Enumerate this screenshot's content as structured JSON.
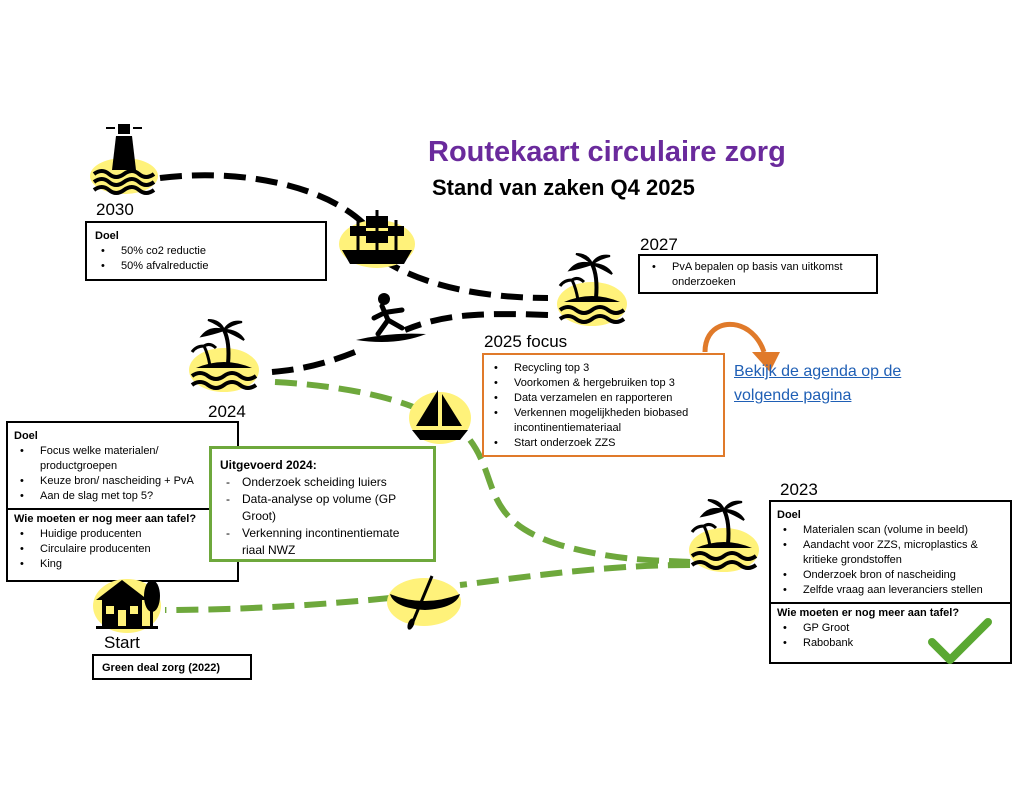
{
  "title": "Routekaart circulaire zorg",
  "subtitle": "Stand van zaken Q4 2025",
  "colors": {
    "title": "#6a2a9c",
    "green": "#6ea83c",
    "orange": "#e07a2a",
    "link": "#1f5fb5",
    "glow": "#fff27a"
  },
  "milestones": {
    "y2030": {
      "year": "2030",
      "heading": "Doel",
      "items": [
        "50% co2 reductie",
        "50% afvalreductie"
      ]
    },
    "y2027": {
      "year": "2027",
      "items": [
        "PvA bepalen op basis van uitkomst onderzoeken"
      ]
    },
    "focus2025": {
      "label": "2025 focus",
      "items": [
        "Recycling top 3",
        "Voorkomen & hergebruiken top 3",
        "Data verzamelen en rapporteren",
        "Verkennen mogelijkheden biobased incontinentiemateriaal",
        "Start onderzoek ZZS"
      ]
    },
    "y2024": {
      "year": "2024",
      "heading": "Doel",
      "items": [
        "Focus welke materialen/ productgroepen",
        "Keuze bron/ nascheiding + PvA",
        "Aan de slag met top 5?"
      ],
      "heading2": "Wie moeten er nog meer aan tafel?",
      "items2": [
        "Huidige producenten",
        "Circulaire producenten",
        "King"
      ]
    },
    "done2024": {
      "heading": "Uitgevoerd 2024:",
      "items": [
        "Onderzoek scheiding luiers",
        "Data-analyse op volume (GP Groot)",
        "Verkenning  incontinentiemate riaal NWZ"
      ]
    },
    "y2023": {
      "year": "2023",
      "heading": "Doel",
      "items": [
        "Materialen scan (volume in beeld)",
        "Aandacht voor ZZS, microplastics & kritieke grondstoffen",
        "Onderzoek bron of nascheiding",
        "Zelfde vraag aan leveranciers stellen"
      ],
      "heading2": "Wie moeten er nog meer aan tafel?",
      "items2": [
        "GP Groot",
        "Rabobank"
      ]
    },
    "start": {
      "label": "Start",
      "box": "Green deal zorg (2022)"
    }
  },
  "agenda_link": "Bekijk de agenda op de volgende pagina",
  "icons": [
    "lighthouse-icon",
    "pirate-ship-icon",
    "island-icon",
    "surfer-icon",
    "sailboat-icon",
    "canoe-icon",
    "house-icon",
    "checkmark-icon",
    "curved-arrow-icon"
  ]
}
